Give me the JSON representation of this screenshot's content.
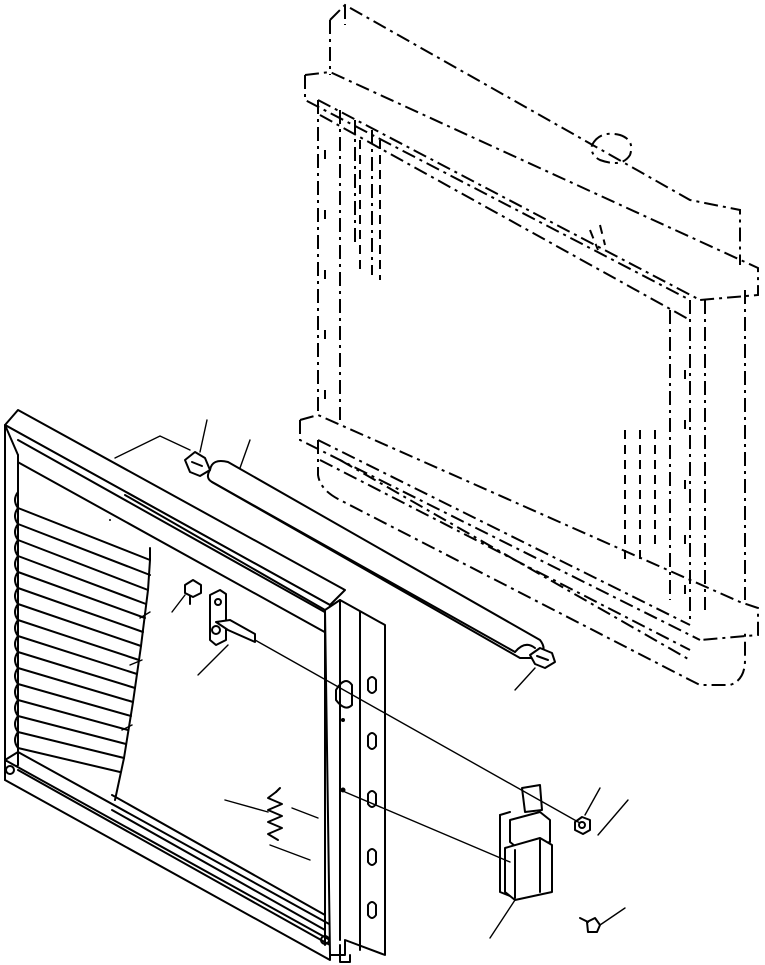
{
  "diagram": {
    "parts": [
      {
        "id": "radiator-phantom",
        "icon": "radiator-outline"
      },
      {
        "id": "shutter-frame",
        "icon": "louver-frame"
      },
      {
        "id": "cover-rod",
        "icon": "half-round-cover"
      },
      {
        "id": "bracket-left",
        "icon": "clip-bracket"
      },
      {
        "id": "bracket-right",
        "icon": "clip-bracket"
      },
      {
        "id": "bolt-upper",
        "icon": "bolt"
      },
      {
        "id": "shaft-pin",
        "icon": "pin"
      },
      {
        "id": "spring",
        "icon": "coil-spring"
      },
      {
        "id": "solenoid",
        "icon": "solenoid-actuator"
      },
      {
        "id": "nut",
        "icon": "hex-nut"
      },
      {
        "id": "bolt-lower",
        "icon": "bolt"
      }
    ]
  }
}
